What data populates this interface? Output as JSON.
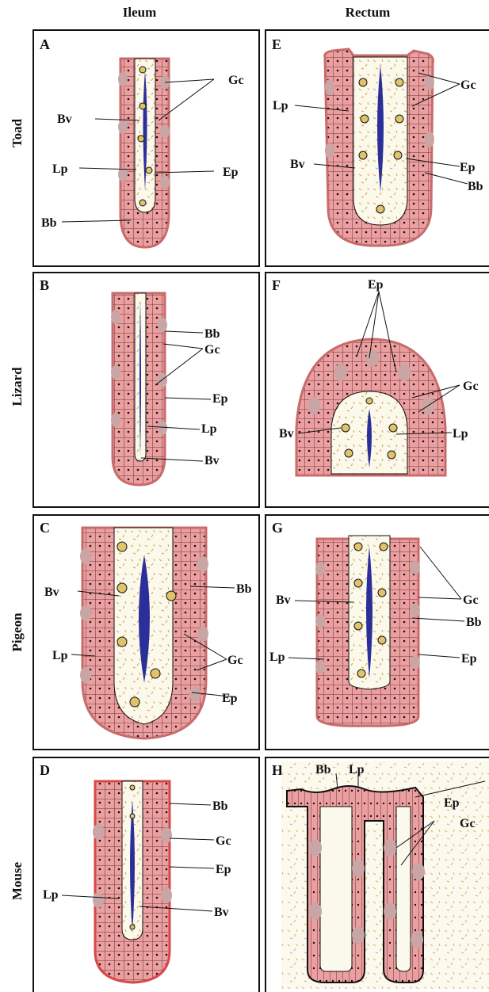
{
  "columns": [
    "Ileum",
    "Rectum"
  ],
  "rows": [
    "Toad",
    "Lizard",
    "Pigeon",
    "Mouse"
  ],
  "colors": {
    "epithelium": "#e3908f",
    "epithelium_fill": "#ec9fa0",
    "goblet": "#c9a6a5",
    "lamina": "#fbf8ec",
    "vessel": "#2b2f9a",
    "fiber": "#d8a040",
    "outline": "#111111"
  },
  "panels": [
    {
      "letter": "A",
      "labels": [
        "Gc",
        "Bv",
        "Lp",
        "Ep",
        "Bb"
      ]
    },
    {
      "letter": "E",
      "labels": [
        "Gc",
        "Lp",
        "Bv",
        "Ep",
        "Bb"
      ]
    },
    {
      "letter": "B",
      "labels": [
        "Bb",
        "Gc",
        "Ep",
        "Lp",
        "Bv"
      ]
    },
    {
      "letter": "F",
      "labels": [
        "Ep",
        "Gc",
        "Bv",
        "Lp"
      ]
    },
    {
      "letter": "C",
      "labels": [
        "Bv",
        "Bb",
        "Gc",
        "Lp",
        "Ep"
      ]
    },
    {
      "letter": "G",
      "labels": [
        "Bv",
        "Gc",
        "Bb",
        "Lp",
        "Ep"
      ]
    },
    {
      "letter": "D",
      "labels": [
        "Bb",
        "Gc",
        "Ep",
        "Lp",
        "Bv"
      ]
    },
    {
      "letter": "H",
      "labels": [
        "Bb",
        "Lp",
        "Ep",
        "Gc"
      ]
    }
  ]
}
